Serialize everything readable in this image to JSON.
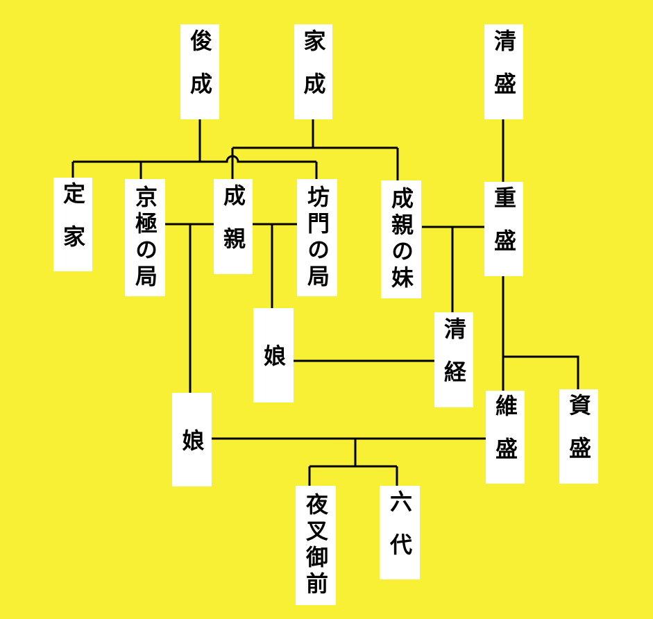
{
  "diagram": {
    "people": {
      "toshinari": "俊成",
      "ienari": "家成",
      "kiyomori": "清盛",
      "sadaie": "定家",
      "kyogoku_no_tsubone": "京極の局",
      "narichika": "成親",
      "bomon_no_tsubone": "坊門の局",
      "narichika_imouto": "成親の妹",
      "shigemori": "重盛",
      "musume_1": "娘",
      "kiyotsune": "清経",
      "musume_2": "娘",
      "koremori": "維盛",
      "sukemori": "資盛",
      "yasha_gozen": "夜叉御前",
      "rokudai": "六代"
    },
    "colors": {
      "background": "#F8F035",
      "box": "#FFFFFF",
      "line": "#000000"
    }
  }
}
